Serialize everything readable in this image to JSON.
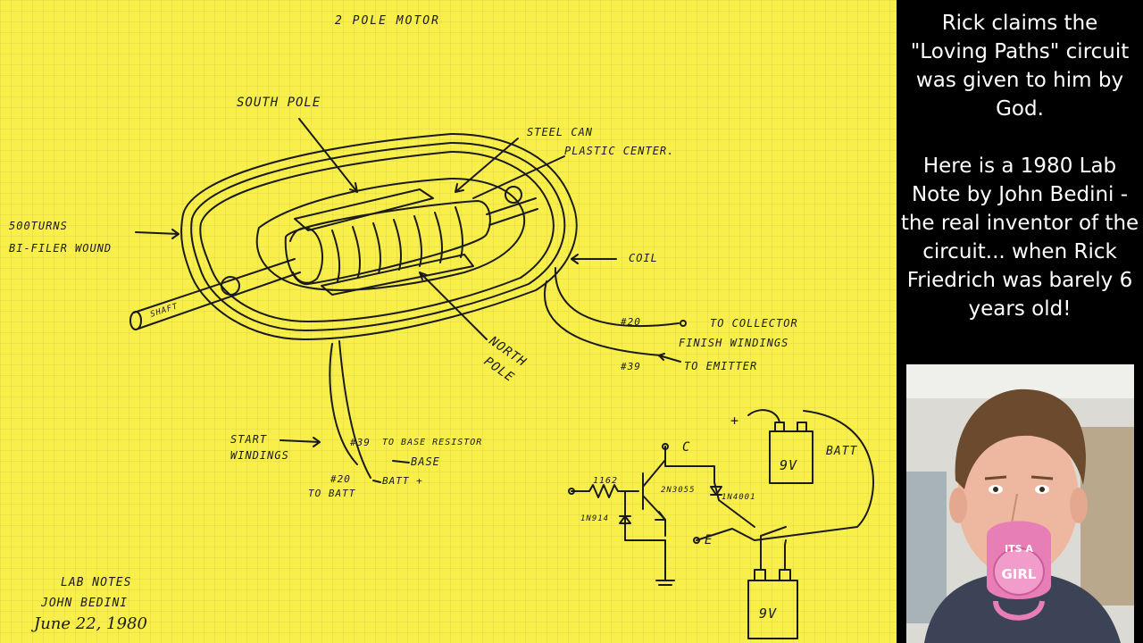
{
  "lab_note": {
    "title": "2 POLE MOTOR",
    "labels": {
      "south_pole": "SOUTH POLE",
      "steel_can": "STEEL CAN",
      "plastic_center": "PLASTIC CENTER.",
      "turns_a": "500TURNS",
      "turns_b": "BI-FILER WOUND",
      "coil": "COIL",
      "shaft": "SHAFT",
      "north_a": "NORTH",
      "north_b": "POLE",
      "wire_20": "#20",
      "to_collector": "TO COLLECTOR",
      "finish_windings": "FINISH WINDINGS",
      "wire_39_emitter": "#39",
      "to_emitter": "TO EMITTER",
      "start_a": "START",
      "start_b": "WINDINGS",
      "wire_39_base": "#39",
      "to_base_resistor": "TO BASE RESISTOR",
      "base": "BASE",
      "wire_20_batt": "#20",
      "to_batt": "TO BATT",
      "batt_plus": "BATT +"
    },
    "circuit": {
      "plus": "+",
      "c": "C",
      "e": "E",
      "resistor": "1162",
      "diode1": "1N914",
      "transistor": "2N3055",
      "diode2": "1N4001",
      "batt": "BATT",
      "batt1_volts": "9V",
      "batt2_volts": "9V"
    },
    "signature": {
      "line1": "LAB NOTES",
      "line2": "JOHN BEDINI",
      "line3": "June 22, 1980"
    }
  },
  "caption": {
    "para1": "Rick claims the \"Loving Paths\" circuit was given to him by God.",
    "para2": "Here is a 1980 Lab Note by John Bedini - the real inventor of the circuit... when Rick Friedrich was barely 6 years old!"
  },
  "photo": {
    "pacifier_line1": "ITS A",
    "pacifier_line2": "GIRL"
  },
  "colors": {
    "paper": "#f9ef4a",
    "ink": "#1a1a1a",
    "caption_bg": "#000000",
    "caption_text": "#ffffff",
    "pacifier": "#e77fb6"
  }
}
